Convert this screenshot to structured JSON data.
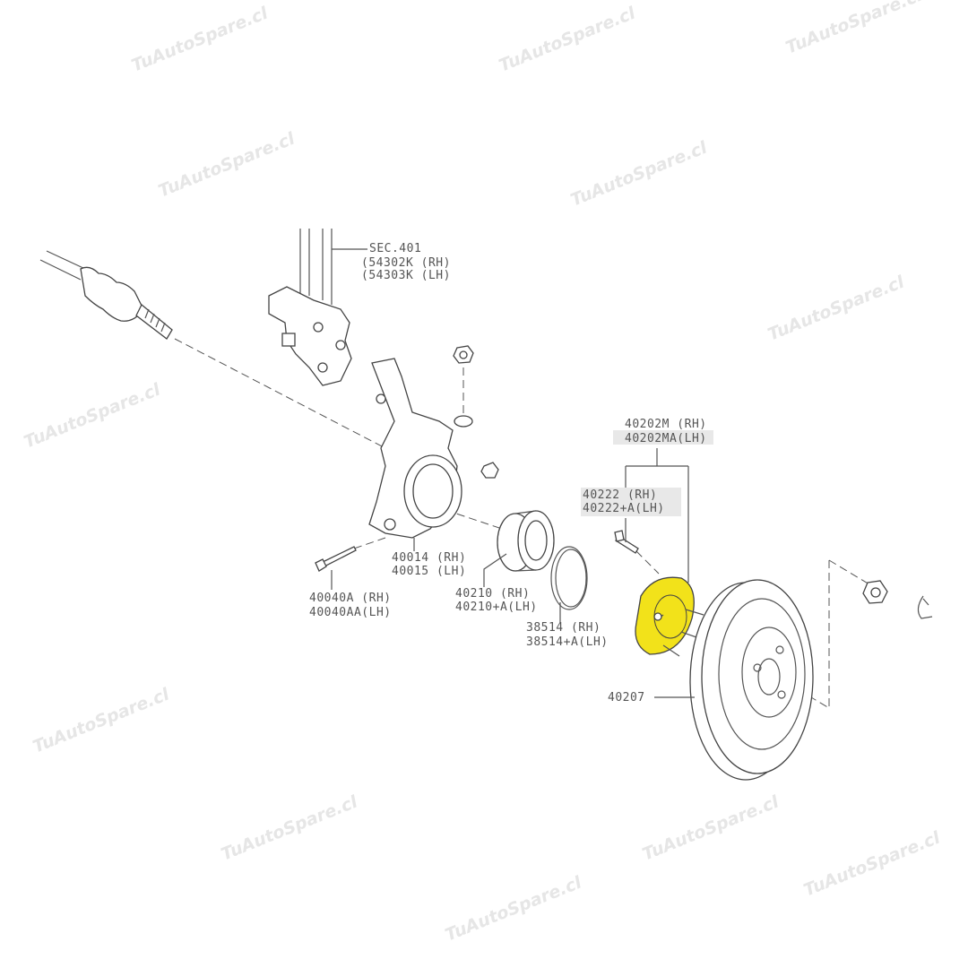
{
  "watermark": "TuAutoSpare.cl",
  "colors": {
    "highlight": "#f2e21a",
    "line": "#555555"
  },
  "labels": {
    "sec": "SEC.401",
    "strut_rh": "(54302K (RH)",
    "strut_lh": "(54303K (LH)",
    "hub_rh": "40202M  (RH)",
    "hub_lh": "40202MA(LH)",
    "bolt_rh": "40222   (RH)",
    "bolt_lh": "40222+A(LH)",
    "knuckle_rh": "40014 (RH)",
    "knuckle_lh": "40015 (LH)",
    "knbolt_rh": "40040A  (RH)",
    "knbolt_lh": "40040AA(LH)",
    "bearing_rh": "40210    (RH)",
    "bearing_lh": "40210+A(LH)",
    "snap_rh": "38514    (RH)",
    "snap_lh": "38514+A(LH)",
    "disc": "40207"
  }
}
